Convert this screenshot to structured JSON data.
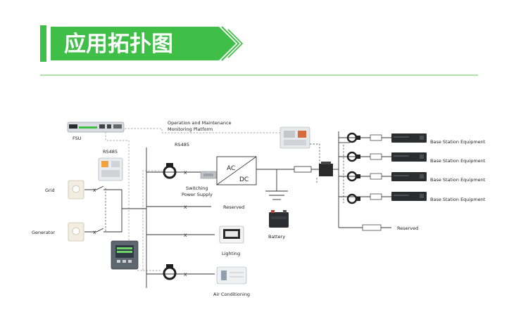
{
  "header": {
    "title": "应用拓扑图"
  },
  "colors": {
    "accent": "#3fbf47",
    "accent_dark": "#2e9b35",
    "rule": "#7ccf72"
  },
  "diagram": {
    "fsu": "FSU",
    "om_platform_line1": "Operation and Maintenance",
    "om_platform_line2": "Monitoring Platform",
    "rs485_left": "RS485",
    "rs485_top": "RS485",
    "grid": "Grid",
    "generator": "Generator",
    "ac": "AC",
    "dc": "DC",
    "switching_line1": "Switching",
    "switching_line2": "Power Supply",
    "reserved_left": "Reserved",
    "lighting": "Lighting",
    "air_conditioning": "Air Conditioning",
    "battery": "Battery",
    "base_station_1": "Base Station Equipment",
    "base_station_2": "Base Station Equipment",
    "base_station_3": "Base Station Equipment",
    "base_station_4": "Base Station Equipment",
    "reserved_right": "Reserved",
    "switch_mark": "X"
  }
}
